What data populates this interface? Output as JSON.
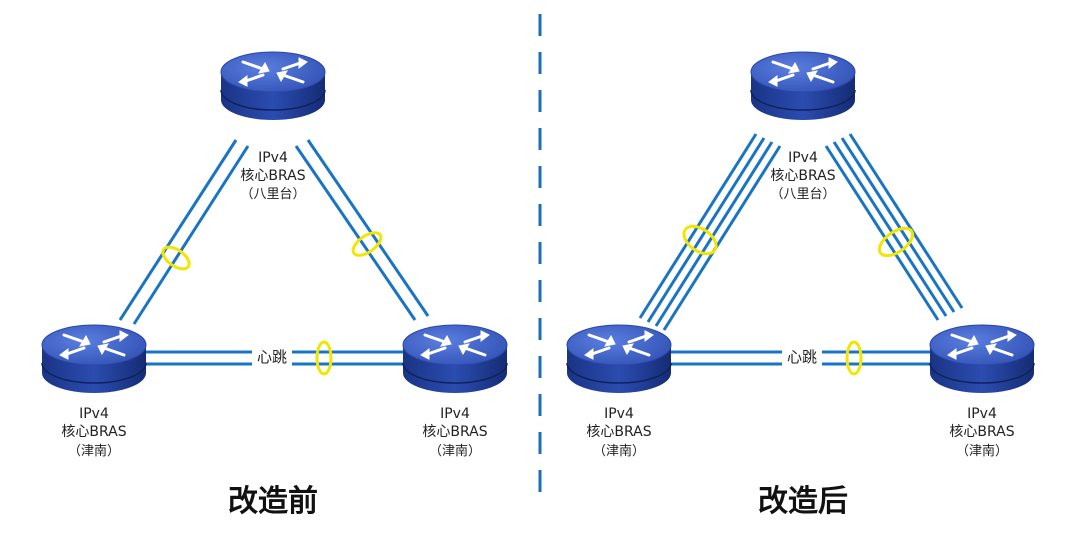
{
  "left": {
    "title": "改造前",
    "top_router": {
      "line1": "IPv4",
      "line2": "核心BRAS",
      "line3": "（八里台）"
    },
    "left_router": {
      "line1": "IPv4",
      "line2": "核心BRAS",
      "line3": "（津南）"
    },
    "right_router": {
      "line1": "IPv4",
      "line2": "核心BRAS",
      "line3": "（津南）"
    },
    "heartbeat": "心跳"
  },
  "right": {
    "title": "改造后",
    "top_router": {
      "line1": "IPv4",
      "line2": "核心BRAS",
      "line3": "（八里台）"
    },
    "left_router": {
      "line1": "IPv4",
      "line2": "核心BRAS",
      "line3": "（津南）"
    },
    "right_router": {
      "line1": "IPv4",
      "line2": "核心BRAS",
      "line3": "（津南）"
    },
    "heartbeat": "心跳"
  },
  "colors": {
    "link": "#1a74c4",
    "router_top": "#4565c8",
    "router_side": "#1f3b8f",
    "bundle_ring": "#f2e600",
    "divider": "#1a6fb5"
  }
}
